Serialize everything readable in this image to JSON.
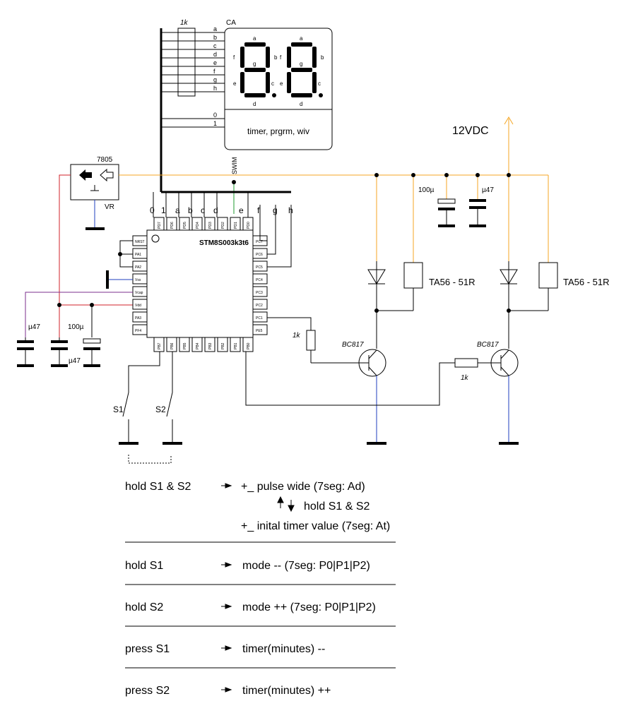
{
  "display": {
    "resistor_label": "1k",
    "ca_label": "CA",
    "seg_letters": [
      "a",
      "b",
      "c",
      "d",
      "e",
      "f",
      "g",
      "h"
    ],
    "digit_letters": {
      "a": "a",
      "b": "b",
      "c": "c",
      "d": "d",
      "e": "e",
      "f": "f",
      "g": "g"
    },
    "common_pins": [
      "0",
      "1"
    ],
    "caption": "timer, prgrm, wiv"
  },
  "power": {
    "supply_label": "12VDC",
    "regulator": "7805",
    "regulator_sub": "VR",
    "swim_label": "SWIM"
  },
  "mcu": {
    "name": "STM8S003k3t6",
    "top_pins": [
      "PD7",
      "PD6",
      "PD5",
      "PD4",
      "PD3",
      "PD2",
      "PD1",
      "PD0"
    ],
    "top_labels": [
      "0",
      "1",
      "a",
      "b",
      "c",
      "d",
      "e",
      "f",
      "g",
      "h"
    ],
    "left_pins": [
      "NRST",
      "PA1",
      "PA2",
      "Vss",
      "Vcap",
      "Vdd",
      "PA3",
      "PF4"
    ],
    "right_pins": [
      "PC7",
      "PC6",
      "PC5",
      "PC4",
      "PC3",
      "PC2",
      "PC1",
      "PE5"
    ],
    "bottom_pins": [
      "PB7",
      "PB6",
      "PB5",
      "PB4",
      "PB3",
      "PB2",
      "PB1",
      "PB0"
    ]
  },
  "components": {
    "cap_u47": "µ47",
    "cap_100u": "100µ",
    "res_1k": "1k",
    "transistor": "BC817",
    "relay": "TA56 - 51R",
    "switch1": "S1",
    "switch2": "S2"
  },
  "instructions": {
    "row1": {
      "key": "hold S1 & S2",
      "text": "+_ pulse wide  (7seg: Ad)"
    },
    "row1b": "hold S1 & S2",
    "row1c": "+_ inital timer value  (7seg: At)",
    "rows": [
      {
        "key": "hold S1",
        "text": "mode --  (7seg: P0|P1|P2)"
      },
      {
        "key": "hold S2",
        "text": "mode ++ (7seg: P0|P1|P2)"
      },
      {
        "key": "press S1",
        "text": "timer(minutes) --"
      },
      {
        "key": "press S2",
        "text": "timer(minutes) ++"
      }
    ]
  }
}
